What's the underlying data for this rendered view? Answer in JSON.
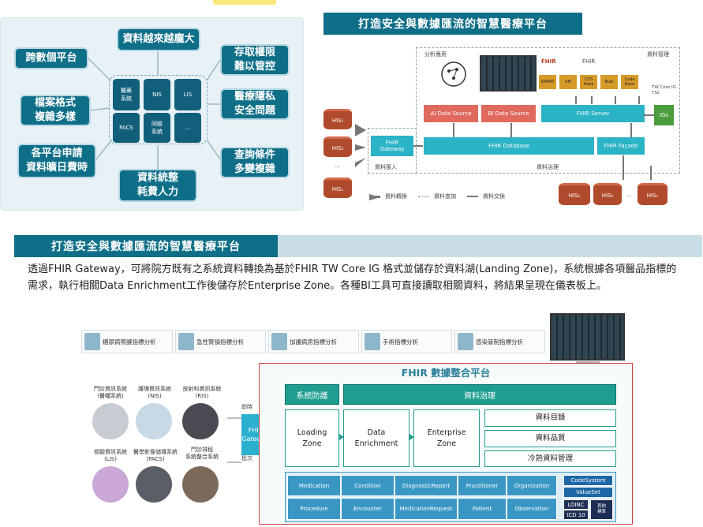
{
  "top_left": {
    "challenges": [
      {
        "label": "資料越來越龐大"
      },
      {
        "label": "跨數個平台"
      },
      {
        "label": "存取權限\n難以管控"
      },
      {
        "label": "檔案格式\n複雜多樣"
      },
      {
        "label": "醫療隱私\n安全問題"
      },
      {
        "label": "各平台申請\n資料曠日費時"
      },
      {
        "label": "查詢條件\n多變複雜"
      },
      {
        "label": "資料統整\n耗費人力"
      }
    ],
    "systems": [
      "醫藥\n系統",
      "NIS",
      "LIS",
      "PACS",
      "同級\n系統",
      "..."
    ]
  },
  "top_right": {
    "title": "打造安全與數據匯流的智慧醫療平台",
    "zone_app": "分析應用",
    "zone_gov": "資料管理",
    "zone_entry": "資料匯入",
    "zone_data_mgmt": "資料治理",
    "ai_source": "AI Data Source",
    "bi_source": "BI Data Source",
    "fhir_server": "FHIR Server",
    "igs": "IGs",
    "fhir_gateway": "FHIR\nGateway",
    "fhir_database": "FHIR Database",
    "fhir_facade": "FHIR Façade",
    "fhir_logo": "FHIR",
    "ops": [
      "SMART",
      "API",
      "CDS Hook",
      "Bulk",
      "Code Base"
    ],
    "gov_note": "TW Core IG\nTSC",
    "his_left": [
      "HIS₁",
      "HIS₂",
      "...",
      "HISₙ"
    ],
    "his_bottom": [
      "HIS₁",
      "HIS₂",
      "...",
      "HISₙ"
    ],
    "legend": [
      "資料轉換",
      "資料查詢",
      "資料交換"
    ]
  },
  "section2": {
    "title": "打造安全與數據匯流的智慧醫療平台",
    "paragraph": "透過FHIR Gateway，可將院方既有之系統資料轉換為基於FHIR TW Core IG 格式並儲存於資料湖(Landing Zone)，系統根據各項醫品指標的需求，執行相關Data  Enrichment工作後儲存於Enterprise  Zone。各種BI工具可直接讀取相關資料，將結果呈現在儀表板上。",
    "indicators": [
      "糖尿病照護指標分析",
      "急性腎損指標分析",
      "加護病房指標分析",
      "手術指標分析",
      "感染管制指標分析"
    ],
    "sources": [
      "門診資訊系統\n(醫囑系統)",
      "護理資訊系統\n(NIS)",
      "放射科資訊系統\n(RIS)",
      "檢驗資訊系統\n(LIS)",
      "醫學影像儲傳系統\n(PACS)",
      "門診排程\n系統整合系統"
    ],
    "gateway_in": "即時",
    "gateway_batch": "批次",
    "gateway": "FHIR\nGateway",
    "platform_title": "FHIR 數據整合平台",
    "security": "系統防護",
    "governance": "資料治理",
    "loading": "Loading\nZone",
    "enrichment": "Data\nEnrichment",
    "enterprise": "Enterprise\nZone",
    "gov_items": [
      "資料目錄",
      "資料品質",
      "冷熱資料管理"
    ],
    "resources_row1": [
      "Medication",
      "Condition",
      "DiagnosticReport",
      "Practitioner",
      "Organization"
    ],
    "resources_row2": [
      "Procedure",
      "Encounter",
      "MedicationRequest",
      "Patient",
      "Observation"
    ],
    "terminology": [
      "CodeSystem",
      "ValueSet",
      "LOINC",
      "ICD 10",
      "其他\n標準"
    ]
  }
}
